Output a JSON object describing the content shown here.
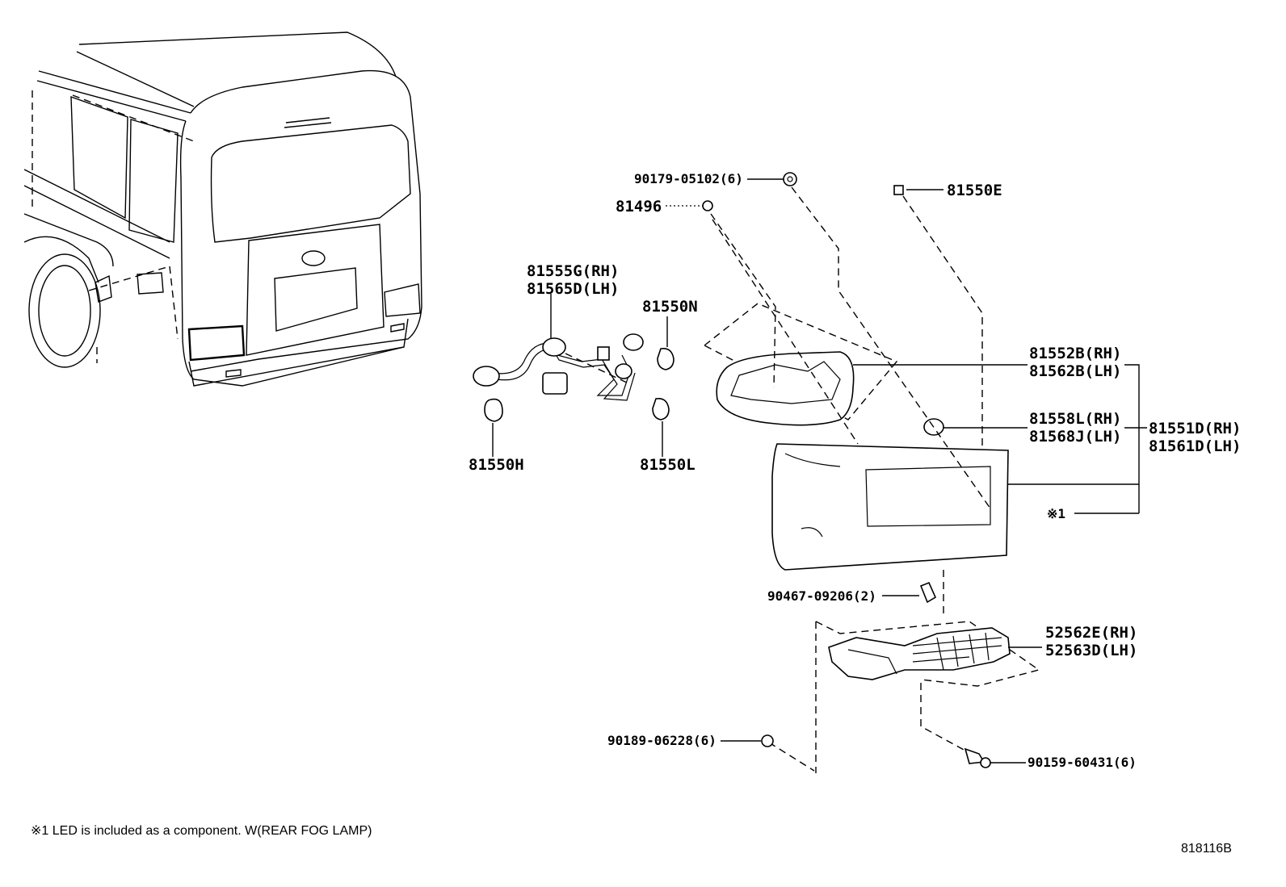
{
  "labels": {
    "p90179": "90179-05102(6)",
    "p81496": "81496",
    "p81550E": "81550E",
    "p81555G": "81555G(RH)",
    "p81565D": "81565D(LH)",
    "p81550N": "81550N",
    "p81550H": "81550H",
    "p81550L": "81550L",
    "p81552B": "81552B(RH)",
    "p81562B": "81562B(LH)",
    "p81558L": "81558L(RH)",
    "p81568J": "81568J(LH)",
    "p81551D": "81551D(RH)",
    "p81561D": "81561D(LH)",
    "ref1": "※1",
    "p90467": "90467-09206(2)",
    "p52562E": "52562E(RH)",
    "p52563D": "52563D(LH)",
    "p90189": "90189-06228(6)",
    "p90159": "90159-60431(6)"
  },
  "footnote": "※1  LED is included as a component.  W(REAR FOG LAMP)",
  "figure_id": "818116B"
}
